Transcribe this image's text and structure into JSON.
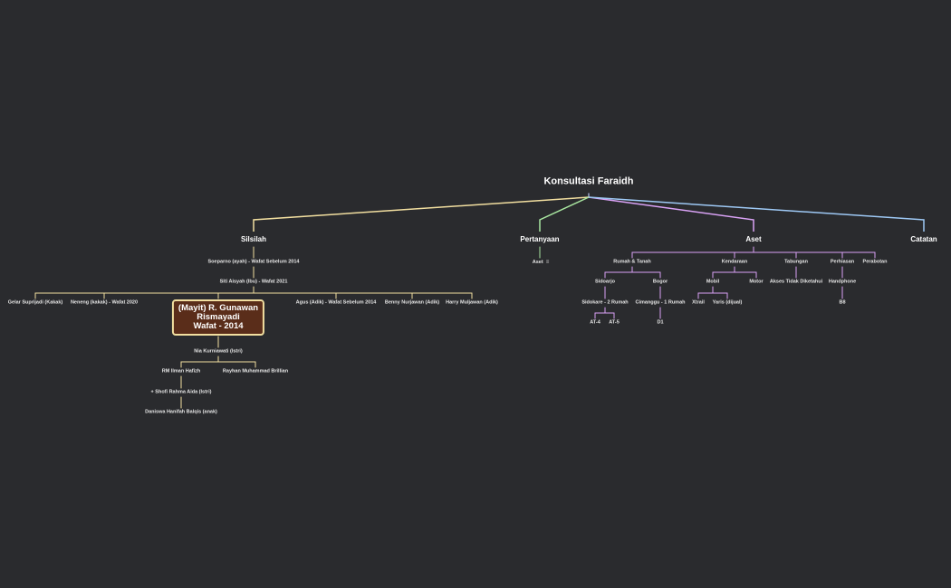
{
  "colors": {
    "background": "#2a2b2e",
    "silsilah_branch": "#f2dfa0",
    "pertanyaan_branch": "#a8e6a0",
    "aset_branch": "#d9a2f5",
    "catatan_branch": "#9ec9f5",
    "deceased_fill": "#5a2d1a",
    "deceased_border": "#f2dfa0"
  },
  "root": "Konsultasi Faraidh",
  "branches": {
    "silsilah": "Silsilah",
    "pertanyaan": "Pertanyaan",
    "aset": "Aset",
    "catatan": "Catatan"
  },
  "silsilah": {
    "ayah": "Soeparno (ayah) - Wafat Sebelum 2014",
    "ibu": "Siti Aisyah (Ibu) - Wafat 2021",
    "siblings": [
      "Gelar Suprijadi (Kakak)",
      "Neneng (kakak) - Wafat 2020",
      "Agus (Adik) - Wafat Sebelum 2014",
      "Benny Nurjawan (Adik)",
      "Harry Muljawan (Adik)"
    ],
    "mayit": [
      "(Mayit) R. Gunawan",
      "Rismayadi",
      "Wafat - 2014"
    ],
    "istri": "Nia Kurniawati (Istri)",
    "children": [
      "RM Ilman Hafizh",
      "Rayhan Muhammad Brillian"
    ],
    "menantu": "+ Shofi Rahma Aida (Istri)",
    "cucu": "Daniswa Hanifah Balqis (anak)"
  },
  "pertanyaan": {
    "item": "Aset",
    "note_icon": "≡"
  },
  "aset": {
    "categories": [
      "Rumah & Tanah",
      "Kendaraan",
      "Tabungan",
      "Perhiasan",
      "Perabotan"
    ],
    "rumah": {
      "sidoarjo": "Sidoarjo",
      "bogor": "Bogor",
      "sidoarjo_detail": "Sidokare - 2 Rumah",
      "bogor_detail": "Cimanggu - 1 Rumah",
      "sidokare_units": [
        "AT-4",
        "AT-5"
      ],
      "cimanggu_unit": "D1"
    },
    "kendaraan": {
      "mobil": "Mobil",
      "motor": "Motor",
      "mobil_items": [
        "Xtrail",
        "Yaris (dijual)"
      ]
    },
    "tabungan": "Akses Tidak Diketahui",
    "perhiasan": {
      "item": "Handphone",
      "detail": "B8"
    }
  }
}
